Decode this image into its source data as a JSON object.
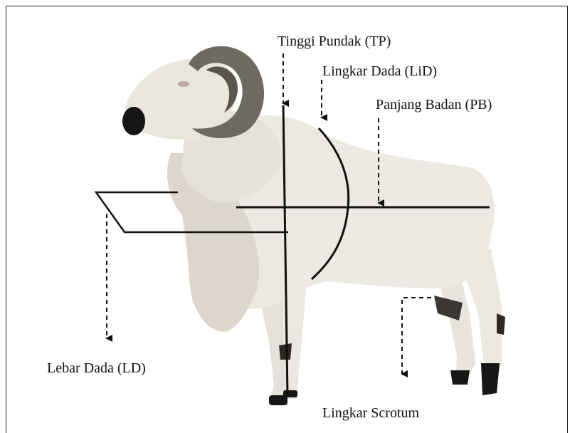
{
  "labels": {
    "tinggi_pundak": "Tinggi Pundak (TP)",
    "lingkar_dada": "Lingkar Dada (LiD)",
    "panjang_badan": "Panjang Badan (PB)",
    "lebar_dada": "Lebar Dada (LD)",
    "lingkar_scrotum": "Lingkar Scrotum"
  },
  "colors": {
    "wool": "#ece9e3",
    "wool_shade": "#d9d4cc",
    "horn": "#6e6a62",
    "hoof": "#1a1a1a",
    "line": "#111111"
  }
}
